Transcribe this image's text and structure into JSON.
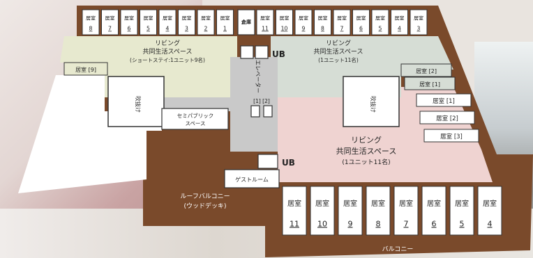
{
  "north_unit_rooms": [
    "8",
    "7",
    "6",
    "5",
    "4",
    "3",
    "2",
    "1"
  ],
  "north_room_prefix": "居室",
  "storage_label": "倉庫",
  "north_right_rooms": [
    "11",
    "10",
    "9",
    "8",
    "7",
    "6",
    "5",
    "4",
    "3"
  ],
  "short_stay_area": {
    "line1": "リビング",
    "line2": "共同生活スペース",
    "line3": "(ショートステイ:1ユニット9名)"
  },
  "right_unit_area": {
    "line1": "リビング",
    "line2": "共同生活スペース",
    "line3": "(1ユニット11名)"
  },
  "south_unit_area": {
    "line1": "リビング",
    "line2": "共同生活スペース",
    "line3": "(1ユニット11名)"
  },
  "ub_top": "UB",
  "ub_bottom": "UB",
  "room_9_label": "居室 [9]",
  "void_label": "吹抜け",
  "elevator_label": "エレベーター",
  "elevator_numbers": "[1] [2]",
  "semi_public": {
    "line1": "セミパブリック",
    "line2": "スペース"
  },
  "guest_room": "ゲストルーム",
  "roof_balcony": {
    "line1": "ルーフバルコニー",
    "line2": "(ウッドデッキ)"
  },
  "right_side_rooms_upper": [
    "居室 [2]",
    "居室 [1]"
  ],
  "right_side_rooms_lower": [
    "居室 [1]",
    "居室 [2]",
    "居室 [3]"
  ],
  "south_rooms": [
    "11",
    "10",
    "9",
    "8",
    "7",
    "6",
    "5",
    "4"
  ],
  "balcony_label": "バルコニー",
  "colors": {
    "frame_brown": "#7a4a2b",
    "short_stay_fill": "#e7e9cf",
    "right_unit_fill": "#d6ddd5",
    "south_unit_fill": "#efd3d1",
    "corridor_gray": "#c9c9c9"
  }
}
